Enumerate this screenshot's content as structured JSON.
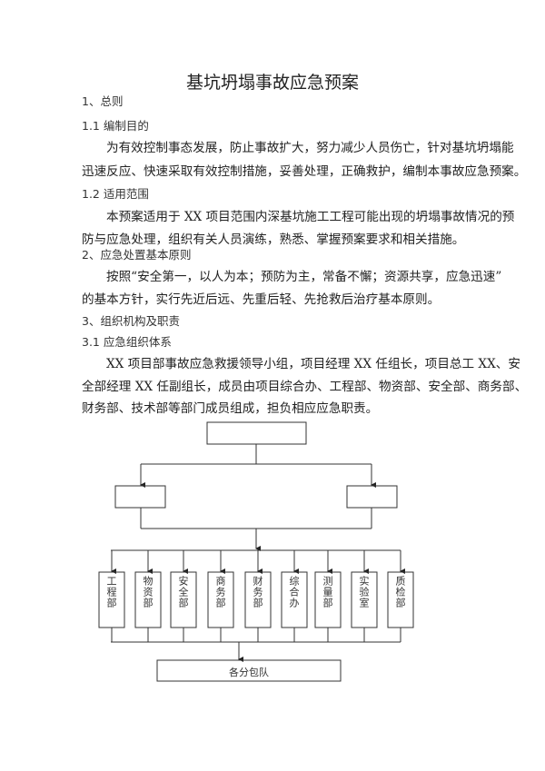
{
  "title": "基坑坍塌事故应急预案",
  "sections": {
    "s1": "1、总则",
    "s1_1": "1.1 编制目的",
    "p1": [
      "为有效控制事态发展，防止事故扩大，努力减少人员伤亡，针对基坑坍塌能",
      "迅速反应、快速采取有效控制措施，妥善处理，正确救护，编制本事故应急预案。"
    ],
    "s1_2": "1.2 适用范围",
    "p2": [
      "本预案适用于 XX 项目范围内深基坑施工工程可能出现的坍塌事故情况的预",
      "防与应急处理，组织有关人员演练，熟悉、掌握预案要求和相关措施。"
    ],
    "s2": "2、应急处置基本原则",
    "p3": [
      "按照“安全第一，以人为本；预防为主，常备不懈；资源共享，应急迅速”",
      "的基本方针，实行先近后远、先重后轻、先抢救后治疗基本原则。"
    ],
    "s3": "3、组织机构及职责",
    "s3_1": "3.1 应急组织体系",
    "p4": [
      "XX 项目部事故应急救援领导小组，项目经理 XX 任组长，项目总工 XX、安",
      "全部经理 XX 任副组长，成员由项目综合办、工程部、物资部、安全部、商务部、",
      "财务部、技术部等部门成员组成，担负相应应急职责。"
    ]
  },
  "org_chart": {
    "departments": [
      "工程部",
      "物资部",
      "安全部",
      "商务部",
      "财务部",
      "综合办",
      "测量部",
      "实验室",
      "质检部"
    ],
    "bottom": "各分包队"
  }
}
